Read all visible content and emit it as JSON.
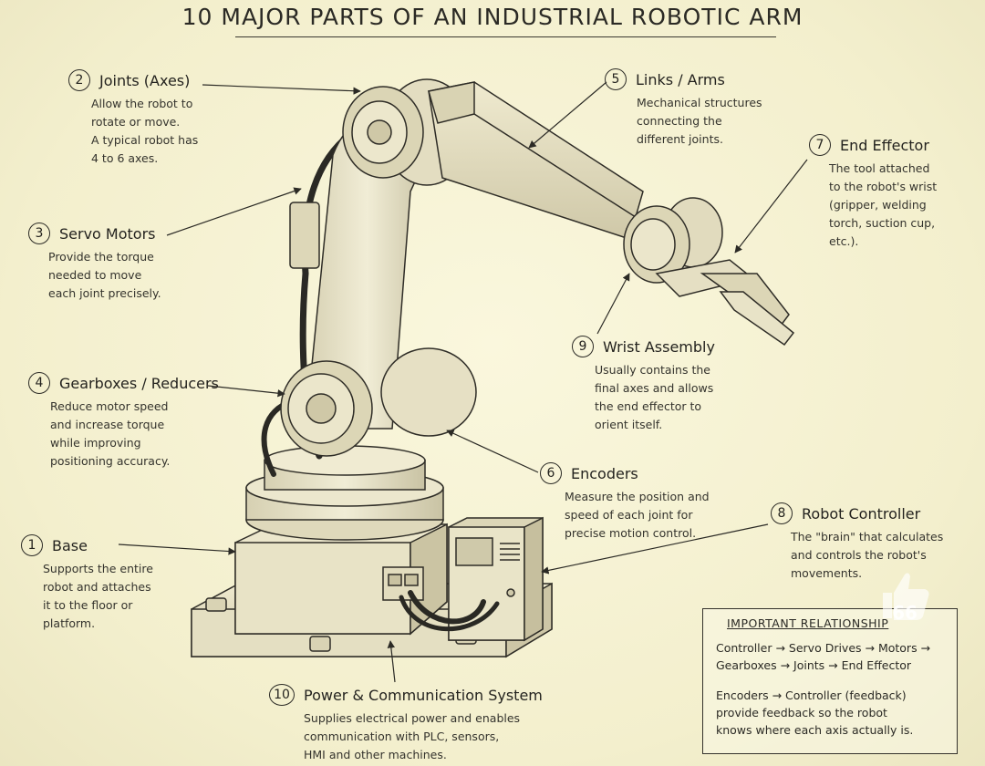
{
  "title": "10 MAJOR PARTS OF AN INDUSTRIAL ROBOTIC ARM",
  "parts": [
    {
      "number": "1",
      "name": "Base",
      "description": "Supports the entire\nrobot and attaches\nit to the floor or\nplatform."
    },
    {
      "number": "2",
      "name": "Joints (Axes)",
      "description": "Allow the robot to\nrotate or move.\nA typical robot has\n4 to 6 axes."
    },
    {
      "number": "3",
      "name": "Servo Motors",
      "description": "Provide the torque\nneeded to move\neach joint precisely."
    },
    {
      "number": "4",
      "name": "Gearboxes / Reducers",
      "description": "Reduce motor speed\nand increase torque\nwhile improving\npositioning accuracy."
    },
    {
      "number": "5",
      "name": "Links / Arms",
      "description": "Mechanical structures\nconnecting the\ndifferent joints."
    },
    {
      "number": "6",
      "name": "Encoders",
      "description": "Measure the position and\nspeed of each joint for\nprecise motion control."
    },
    {
      "number": "7",
      "name": "End Effector",
      "description": "The tool attached\nto the robot's wrist\n(gripper, welding\ntorch, suction cup,\netc.)."
    },
    {
      "number": "8",
      "name": "Robot Controller",
      "description": "The \"brain\" that calculates\nand controls the robot's\nmovements."
    },
    {
      "number": "9",
      "name": "Wrist Assembly",
      "description": "Usually contains the\nfinal axes and allows\nthe end effector to\norient itself."
    },
    {
      "number": "10",
      "name": "Power & Communication System",
      "description": "Supplies electrical power and enables\ncommunication with PLC, sensors,\nHMI and other machines."
    }
  ],
  "relationships": {
    "title": "IMPORTANT RELATIONSHIP",
    "lines": [
      "Controller → Servo Drives → Motors →",
      "Gearboxes → Joints → End Effector"
    ],
    "feedback_lines": [
      "Encoders → Controller (feedback)",
      "provide feedback so the robot",
      "knows where each axis actually is."
    ]
  },
  "overlay": {
    "icon": "thumbs-up-icon",
    "count": "66"
  },
  "colors": {
    "paper": "#f6f3d3",
    "ink": "#2b2a25",
    "metal": "#e9e4c9"
  }
}
